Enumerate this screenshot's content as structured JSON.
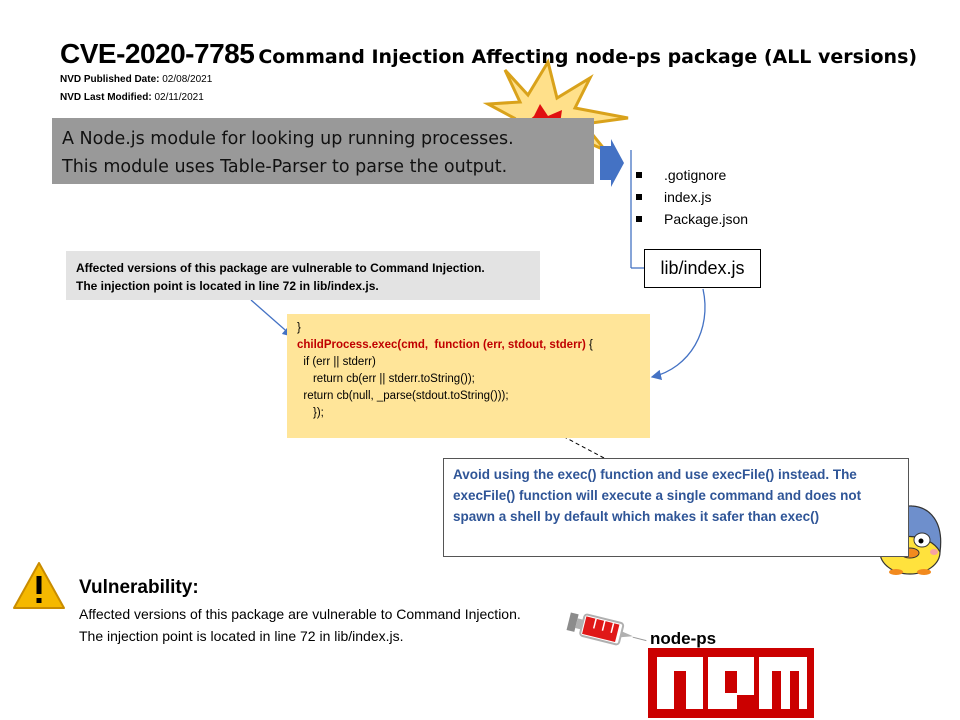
{
  "header": {
    "cve_id": "CVE-2020-7785",
    "cve_description": "Command Injection Affecting node-ps package (ALL versions)",
    "published_label": "NVD Published Date:",
    "published_value": " 02/08/2021",
    "modified_label": "NVD Last Modified:",
    "modified_value": " 02/11/2021"
  },
  "description": {
    "line1": "A Node.js module for looking up running processes.",
    "line2": "This module uses Table-Parser to parse the output."
  },
  "files": [
    ".gotignore",
    "index.js",
    "Package.json"
  ],
  "lib_file": "lib/index.js",
  "affected": {
    "line1": "Affected versions of this package are vulnerable to Command Injection.",
    "line2": "The injection point is located in line 72 in lib/index.js."
  },
  "code": {
    "line1": "}",
    "line2_red": "childProcess.exec(cmd,  function (err, stdout, stderr)",
    "line2_rest": " {",
    "line3": "  if (err || stderr)",
    "line4": "     return cb(err || stderr.toString());",
    "line5": "  return cb(null, _parse(stdout.toString()));",
    "line6": "     });"
  },
  "advice": "Avoid using the exec() function and use execFile() instead. The execFile() function will execute a single command and does not spawn a shell by default which makes it safer than exec()",
  "vulnerability": {
    "title": "Vulnerability:",
    "line1": "Affected versions of this package are vulnerable to Command Injection.",
    "line2": "The injection point is located in line 72 in lib/index.js."
  },
  "package": {
    "name": "node-ps",
    "logo_text": "npm"
  },
  "colors": {
    "code_bg": "#ffe599",
    "code_highlight": "#c00000",
    "advice_text": "#2f5597",
    "npm_red": "#cb0000",
    "arrow_blue": "#4472c4"
  },
  "icons": [
    "warning-icon",
    "explosion-icon",
    "syringe-icon",
    "penguin-mascot-icon",
    "npm-logo"
  ]
}
